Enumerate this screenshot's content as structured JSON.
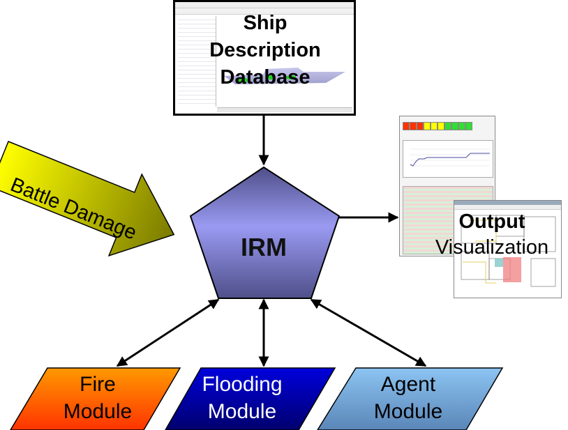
{
  "diagram": {
    "center_node": {
      "label": "IRM",
      "color_top": "#4f4f8a",
      "color_mid": "#9a9af2",
      "color_bottom": "#4f4f8a"
    },
    "input_nodes": [
      {
        "id": "ship-description-database",
        "lines": [
          "Ship",
          "Description",
          "Database"
        ],
        "kind": "screenshot"
      },
      {
        "id": "battle-damage",
        "label": "Battle Damage",
        "kind": "arrow",
        "color_start": "#ffff00",
        "color_end": "#7a7a00"
      }
    ],
    "output_node": {
      "lines": [
        "Output",
        "Visualization"
      ],
      "kind": "screenshots"
    },
    "modules": [
      {
        "id": "fire",
        "lines": [
          "Fire",
          "Module"
        ],
        "color_top": "#ff9900",
        "color_bottom": "#ff3300",
        "text_color": "#000000"
      },
      {
        "id": "flooding",
        "lines": [
          "Flooding",
          "Module"
        ],
        "color_top": "#0000cc",
        "color_bottom": "#00006e",
        "text_color": "#ffffff"
      },
      {
        "id": "agent",
        "lines": [
          "Agent",
          "Module"
        ],
        "color_top": "#8cc4f2",
        "color_bottom": "#5a86b8",
        "text_color": "#000000"
      }
    ],
    "edges": [
      {
        "from": "ship-description-database",
        "to": "IRM",
        "direction": "one-way"
      },
      {
        "from": "battle-damage",
        "to": "IRM",
        "direction": "one-way"
      },
      {
        "from": "IRM",
        "to": "output-visualization",
        "direction": "one-way"
      },
      {
        "from": "IRM",
        "to": "fire",
        "direction": "two-way"
      },
      {
        "from": "IRM",
        "to": "flooding",
        "direction": "two-way"
      },
      {
        "from": "IRM",
        "to": "agent",
        "direction": "two-way"
      }
    ],
    "capability_bar_colors": [
      "#ff3300",
      "#ff3300",
      "#ff3300",
      "#ffff00",
      "#ffff00",
      "#ffff00",
      "#33cc33",
      "#33cc33",
      "#33cc33",
      "#33cc33"
    ]
  }
}
